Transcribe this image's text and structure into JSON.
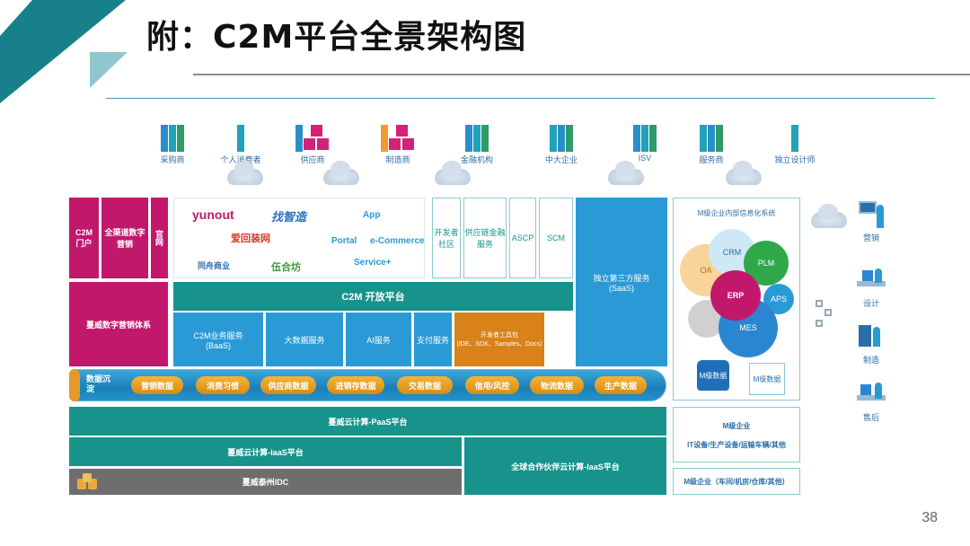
{
  "header": {
    "title": "附：C2M平台全景架构图",
    "page_number": "38"
  },
  "participants": [
    {
      "label": "采购商",
      "icon": "group-people-icon"
    },
    {
      "label": "个人消费者",
      "icon": "person-icon"
    },
    {
      "label": "供应商",
      "icon": "supplier-boxes-icon"
    },
    {
      "label": "制造商",
      "icon": "manufacturer-boxes-icon"
    },
    {
      "label": "金融机构",
      "icon": "group-people-icon"
    },
    {
      "label": "中大企业",
      "icon": "group-people-icon"
    },
    {
      "label": "ISV",
      "icon": "group-people-icon"
    },
    {
      "label": "服务商",
      "icon": "group-people-icon"
    },
    {
      "label": "独立设计师",
      "icon": "person-icon"
    }
  ],
  "marketing": {
    "c2m_portal": "C2M\n门户",
    "omni_channel": "全渠道数字营销",
    "official": "官网",
    "system": "蔓威数字营销体系"
  },
  "partners": {
    "logos": [
      "yunout",
      "找智造",
      "爱回装网",
      "同舟商业",
      "伍合坊"
    ],
    "links": [
      "App",
      "Portal",
      "e-Commerce",
      "Service+"
    ]
  },
  "modules": {
    "dev_community": "开发者社区",
    "supply_finance": "供应链金融服务",
    "ascp": "ASCP",
    "scm": "SCM",
    "saas": "独立第三方服务\n(SaaS)"
  },
  "open_platform": {
    "title": "C2M 开放平台",
    "services": [
      "C2M业务服务\n(BaaS)",
      "大数据服务",
      "AI服务",
      "支付服务",
      "开发者工具包\n(IDE、SDK、Samples、Docs)"
    ]
  },
  "data_layer": {
    "label": "数据沉淀",
    "items": [
      "营销数据",
      "消费习惯",
      "供应商数据",
      "进销存数据",
      "交易数据",
      "信用/风控",
      "物流数据",
      "生产数据"
    ]
  },
  "cloud": {
    "paas": "蔓威云计算-PaaS平台",
    "iaas": "蔓威云计算-IaaS平台",
    "global_iaas": "全球合作伙伴云计算-IaaS平台",
    "dc": "蔓威泰州IDC"
  },
  "enterprise": {
    "title": "M级企业内部信息化系统",
    "systems": [
      "CRM",
      "OA",
      "PLM",
      "ERP",
      "APS",
      "MES"
    ],
    "data": [
      "M级数据",
      "M级数据"
    ],
    "box1_title": "M级企业",
    "box1_detail": "IT设备/生产设备/运输车辆/其他",
    "box2": "M级企业（车间/机房/仓库/其他）"
  },
  "roles": [
    "营销",
    "设计",
    "制造",
    "售后"
  ],
  "colors": {
    "magenta": "#c2186b",
    "teal": "#17938c",
    "blue": "#2a9ad6",
    "orange": "#d9821a",
    "accent": "#17808a"
  }
}
